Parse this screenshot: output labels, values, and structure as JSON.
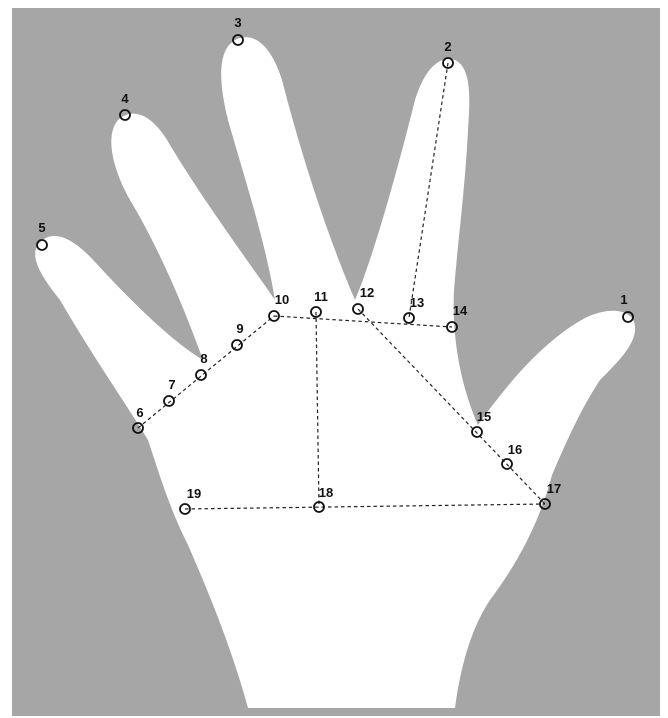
{
  "figure": {
    "background_color": "#a6a6a6",
    "hand_color": "#ffffff",
    "line_color": "#222222",
    "line_style": "dashed",
    "landmarks": [
      {
        "id": "1",
        "label": "1"
      },
      {
        "id": "2",
        "label": "2"
      },
      {
        "id": "3",
        "label": "3"
      },
      {
        "id": "4",
        "label": "4"
      },
      {
        "id": "5",
        "label": "5"
      },
      {
        "id": "6",
        "label": "6"
      },
      {
        "id": "7",
        "label": "7"
      },
      {
        "id": "8",
        "label": "8"
      },
      {
        "id": "9",
        "label": "9"
      },
      {
        "id": "10",
        "label": "10"
      },
      {
        "id": "11",
        "label": "11"
      },
      {
        "id": "12",
        "label": "12"
      },
      {
        "id": "13",
        "label": "13"
      },
      {
        "id": "14",
        "label": "14"
      },
      {
        "id": "15",
        "label": "15"
      },
      {
        "id": "16",
        "label": "16"
      },
      {
        "id": "17",
        "label": "17"
      },
      {
        "id": "18",
        "label": "18"
      },
      {
        "id": "19",
        "label": "19"
      }
    ],
    "connections": [
      [
        "6",
        "10"
      ],
      [
        "10",
        "14"
      ],
      [
        "11",
        "18"
      ],
      [
        "12",
        "17"
      ],
      [
        "2",
        "13"
      ],
      [
        "19",
        "17"
      ]
    ]
  }
}
